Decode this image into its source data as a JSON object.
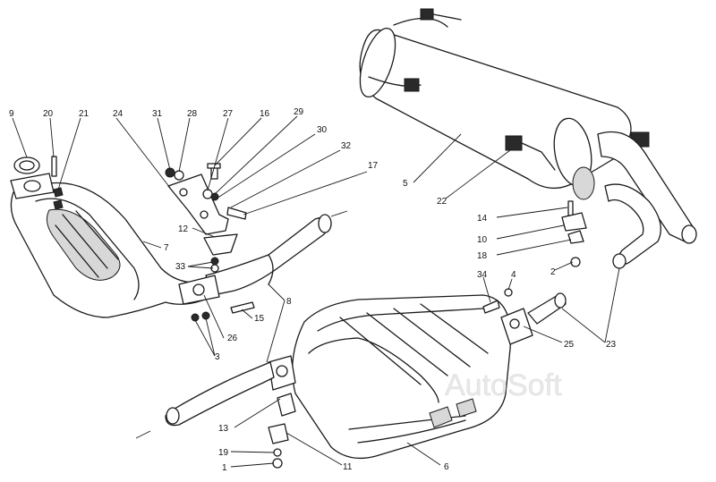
{
  "diagram": {
    "labels": {
      "l1": "1",
      "l2": "2",
      "l3": "3",
      "l4": "4",
      "l5": "5",
      "l6": "6",
      "l7": "7",
      "l8": "8",
      "l9": "9",
      "l10": "10",
      "l11": "11",
      "l12": "12",
      "l13": "13",
      "l14": "14",
      "l15": "15",
      "l16": "16",
      "l17": "17",
      "l18": "18",
      "l19": "19",
      "l20": "20",
      "l21": "21",
      "l22": "22",
      "l23": "23",
      "l24": "24",
      "l25": "25",
      "l26": "26",
      "l27": "27",
      "l28": "28",
      "l29": "29",
      "l30": "30",
      "l31": "31",
      "l32": "32",
      "l33": "33",
      "l34": "34"
    },
    "watermark": "AutoSoft"
  }
}
